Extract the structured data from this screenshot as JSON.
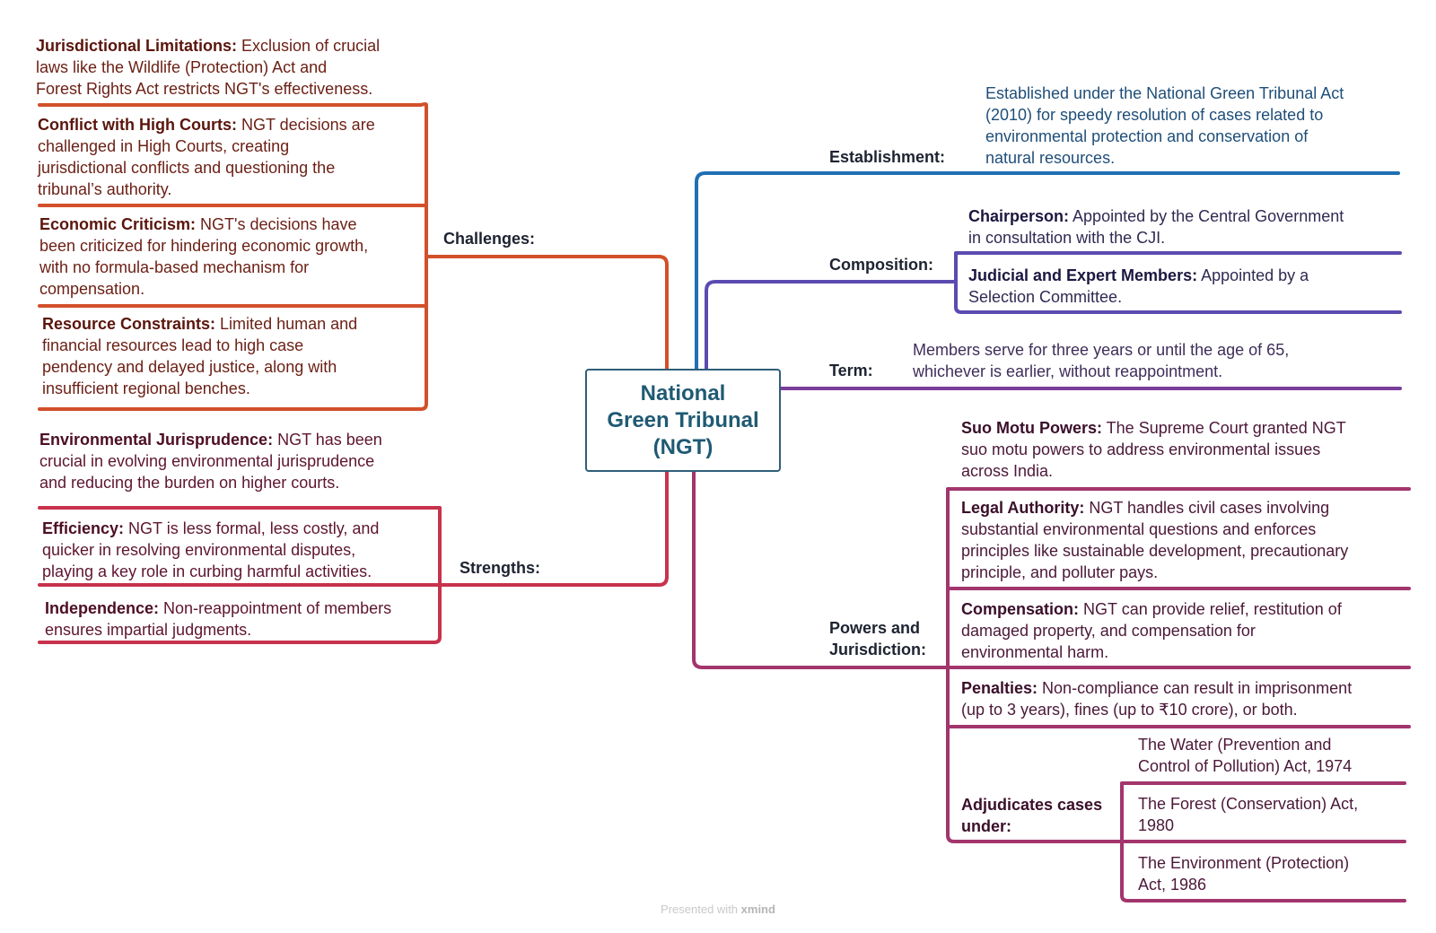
{
  "central": {
    "title": "National\nGreen Tribunal\n(NGT)"
  },
  "colors": {
    "challenges": "#d2502a",
    "strengths": "#c8324d",
    "establishment": "#1f6fb2",
    "composition": "#5b4bb0",
    "term": "#7a3f9a",
    "powers": "#a3356d"
  },
  "challenges": {
    "label": "Challenges:",
    "items": [
      {
        "title": "Jurisdictional Limitations:",
        "lines": [
          " Exclusion of crucial",
          "laws like the Wildlife (Protection) Act and",
          "Forest Rights Act restricts NGT's effectiveness."
        ]
      },
      {
        "title": "Conflict with High Courts:",
        "lines": [
          " NGT decisions are",
          "challenged in High Courts, creating",
          "jurisdictional conflicts and questioning the",
          "tribunal’s authority."
        ]
      },
      {
        "title": "Economic Criticism:",
        "lines": [
          " NGT's decisions have",
          "been criticized for hindering economic growth,",
          "with no formula-based mechanism for",
          "compensation."
        ]
      },
      {
        "title": "Resource Constraints:",
        "lines": [
          " Limited human and",
          "financial resources lead to high case",
          "pendency and delayed justice, along with",
          "insufficient regional benches."
        ]
      }
    ]
  },
  "strengths": {
    "label": "Strengths:",
    "items": [
      {
        "title": "Environmental Jurisprudence:",
        "lines": [
          " NGT has been",
          "crucial in evolving environmental jurisprudence",
          "and reducing the burden on higher courts."
        ]
      },
      {
        "title": "Efficiency:",
        "lines": [
          " NGT is less formal, less costly, and",
          "quicker in resolving environmental disputes,",
          "playing a key role in curbing harmful activities."
        ]
      },
      {
        "title": "Independence:",
        "lines": [
          " Non-reappointment of members",
          "ensures impartial judgments."
        ]
      }
    ]
  },
  "establishment": {
    "label": "Establishment:",
    "lines": [
      "Established under the National Green Tribunal Act",
      "(2010) for speedy resolution of cases related to",
      "environmental protection and conservation of",
      "natural resources."
    ]
  },
  "composition": {
    "label": "Composition:",
    "items": [
      {
        "title": "Chairperson:",
        "lines": [
          " Appointed by the Central Government",
          "in consultation with the CJI."
        ]
      },
      {
        "title": "Judicial and Expert Members:",
        "lines": [
          " Appointed by a",
          "Selection Committee."
        ]
      }
    ]
  },
  "term": {
    "label": "Term:",
    "lines": [
      "Members serve for three years or until the age of 65,",
      "whichever is earlier, without reappointment."
    ]
  },
  "powers": {
    "label": "Powers and\nJurisdiction:",
    "items": [
      {
        "title": "Suo Motu Powers:",
        "lines": [
          " The Supreme Court granted NGT",
          "suo motu powers to address environmental issues",
          "across India."
        ]
      },
      {
        "title": "Legal Authority:",
        "lines": [
          " NGT handles civil cases involving",
          "substantial environmental questions and enforces",
          "principles like sustainable development, precautionary",
          "principle, and polluter pays."
        ]
      },
      {
        "title": "Compensation:",
        "lines": [
          " NGT can provide relief, restitution of",
          "damaged property, and compensation for",
          "environmental harm."
        ]
      },
      {
        "title": "Penalties:",
        "lines": [
          " Non-compliance can result in imprisonment",
          "(up to 3 years), fines (up to ₹10 crore), or both."
        ]
      }
    ],
    "adjudicates": {
      "label": "Adjudicates cases\nunder:",
      "acts": [
        [
          "The Water (Prevention and",
          "Control of Pollution) Act, 1974"
        ],
        [
          "The Forest (Conservation) Act,",
          "1980"
        ],
        [
          "The Environment (Protection)",
          "Act, 1986"
        ]
      ]
    }
  },
  "watermark": {
    "prefix": "Presented with ",
    "brand": "xmind"
  }
}
